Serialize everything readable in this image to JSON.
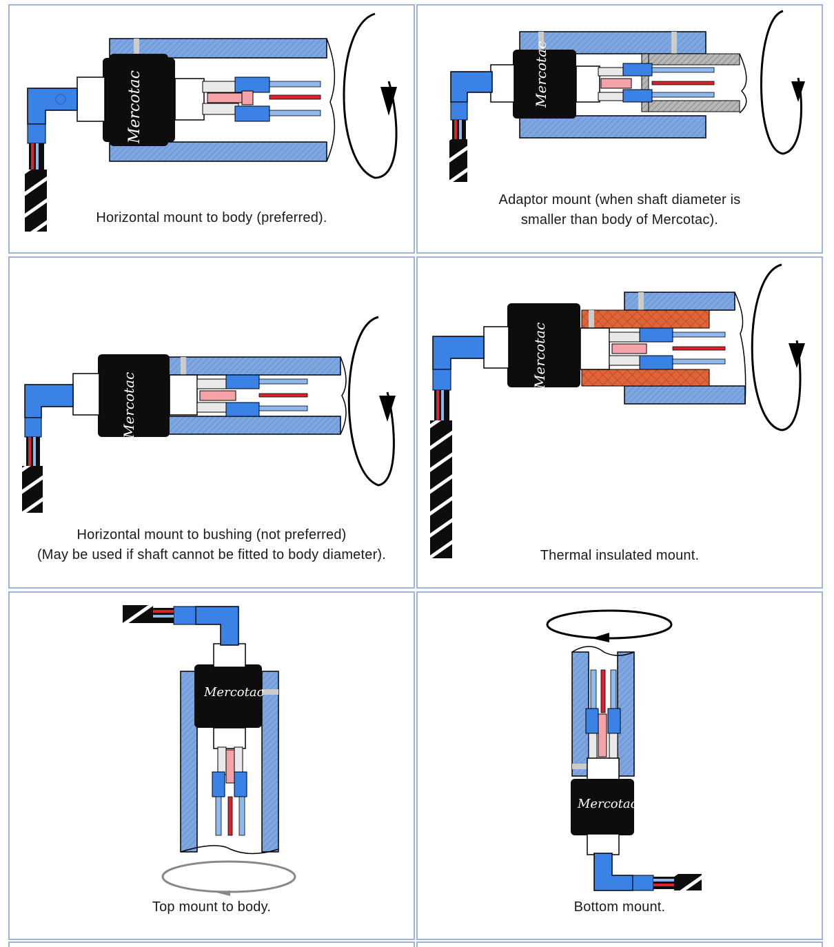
{
  "colors": {
    "blue": "#3b82e6",
    "light_blue": "#8fb8ef",
    "hatch_blue": "#7ea6e0",
    "red": "#d9232d",
    "pink": "#f4a3a8",
    "black": "#0d0d0d",
    "insulation": "#e0643a",
    "border": "#9db3da"
  },
  "brand": "Mercotac",
  "panels": [
    {
      "id": "horizontal-body",
      "caption": [
        "Horizontal mount to body (preferred)."
      ]
    },
    {
      "id": "adaptor",
      "caption": [
        "Adaptor mount (when shaft diameter is",
        "smaller than body of Mercotac)."
      ]
    },
    {
      "id": "horizontal-bushing",
      "caption": [
        "Horizontal mount to bushing (not preferred)",
        "(May be used if shaft cannot be fitted to body diameter)."
      ]
    },
    {
      "id": "thermal",
      "caption": [
        "Thermal insulated mount."
      ]
    },
    {
      "id": "top",
      "caption": [
        "Top mount to body."
      ]
    },
    {
      "id": "bottom",
      "caption": [
        "Bottom mount."
      ]
    }
  ]
}
